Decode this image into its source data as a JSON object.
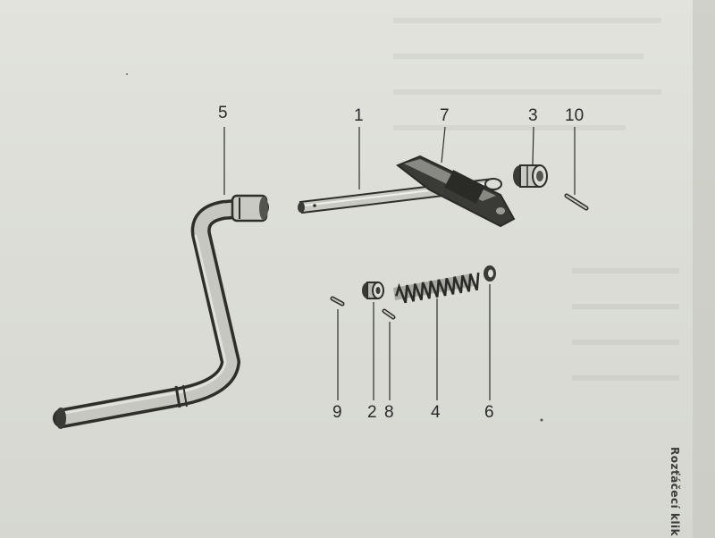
{
  "callouts": {
    "c1": "1",
    "c2": "2",
    "c3": "3",
    "c4": "4",
    "c5": "5",
    "c6": "6",
    "c7": "7",
    "c8": "8",
    "c9": "9",
    "c10": "10"
  },
  "side_caption": "Rozťáčecí klik",
  "colors": {
    "paper": "#dcddd7",
    "ink": "#2a2a2a",
    "part_dark": "#3a3a36",
    "part_light": "#c9cac3"
  }
}
